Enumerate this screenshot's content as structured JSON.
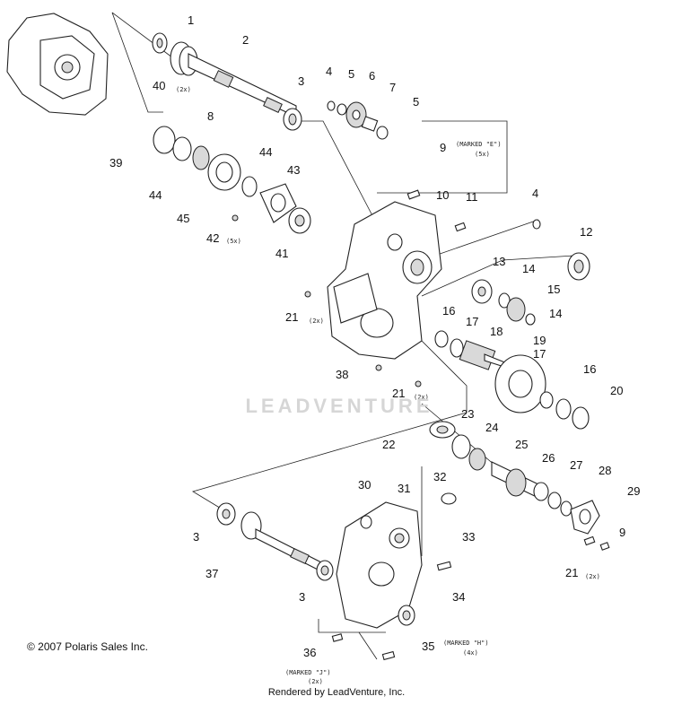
{
  "watermark": "LEADVENTURE",
  "copyright": "© 2007 Polaris Sales Inc.",
  "rendered_by": "Rendered by LeadVenture, Inc.",
  "callouts": [
    {
      "id": "c1",
      "label": "1"
    },
    {
      "id": "c2",
      "label": "2"
    },
    {
      "id": "c3a",
      "label": "3"
    },
    {
      "id": "c4a",
      "label": "4"
    },
    {
      "id": "c5a",
      "label": "5"
    },
    {
      "id": "c6",
      "label": "6"
    },
    {
      "id": "c7",
      "label": "7"
    },
    {
      "id": "c5b",
      "label": "5"
    },
    {
      "id": "c8",
      "label": "8"
    },
    {
      "id": "c9a",
      "label": "9"
    },
    {
      "id": "c10",
      "label": "10"
    },
    {
      "id": "c11",
      "label": "11"
    },
    {
      "id": "c4b",
      "label": "4"
    },
    {
      "id": "c12",
      "label": "12"
    },
    {
      "id": "c13",
      "label": "13"
    },
    {
      "id": "c14a",
      "label": "14"
    },
    {
      "id": "c15",
      "label": "15"
    },
    {
      "id": "c14b",
      "label": "14"
    },
    {
      "id": "c16a",
      "label": "16"
    },
    {
      "id": "c17a",
      "label": "17"
    },
    {
      "id": "c18",
      "label": "18"
    },
    {
      "id": "c19",
      "label": "19"
    },
    {
      "id": "c17b",
      "label": "17"
    },
    {
      "id": "c16b",
      "label": "16"
    },
    {
      "id": "c20",
      "label": "20"
    },
    {
      "id": "c21a",
      "label": "21"
    },
    {
      "id": "c21b",
      "label": "21"
    },
    {
      "id": "c38",
      "label": "38"
    },
    {
      "id": "c22",
      "label": "22"
    },
    {
      "id": "c23",
      "label": "23"
    },
    {
      "id": "c24",
      "label": "24"
    },
    {
      "id": "c25",
      "label": "25"
    },
    {
      "id": "c26",
      "label": "26"
    },
    {
      "id": "c27",
      "label": "27"
    },
    {
      "id": "c28",
      "label": "28"
    },
    {
      "id": "c29",
      "label": "29"
    },
    {
      "id": "c9b",
      "label": "9"
    },
    {
      "id": "c21c",
      "label": "21"
    },
    {
      "id": "c30",
      "label": "30"
    },
    {
      "id": "c31",
      "label": "31"
    },
    {
      "id": "c32",
      "label": "32"
    },
    {
      "id": "c33",
      "label": "33"
    },
    {
      "id": "c3b",
      "label": "3"
    },
    {
      "id": "c37",
      "label": "37"
    },
    {
      "id": "c3c",
      "label": "3"
    },
    {
      "id": "c34",
      "label": "34"
    },
    {
      "id": "c35",
      "label": "35"
    },
    {
      "id": "c36",
      "label": "36"
    },
    {
      "id": "c39",
      "label": "39"
    },
    {
      "id": "c40",
      "label": "40"
    },
    {
      "id": "c44a",
      "label": "44"
    },
    {
      "id": "c45",
      "label": "45"
    },
    {
      "id": "c44b",
      "label": "44"
    },
    {
      "id": "c43",
      "label": "43"
    },
    {
      "id": "c42",
      "label": "42"
    },
    {
      "id": "c41",
      "label": "41"
    }
  ],
  "notes": {
    "n40": "(2x)",
    "n9_marked": "(MARKED \"E\")",
    "n9_qty": "(5x)",
    "n42": "(5x)",
    "n21a": "(2x)",
    "n21b": "(2x)",
    "n21c": "(2x)",
    "n35_marked": "(MARKED \"H\")",
    "n35_qty": "(4x)",
    "n36_marked": "(MARKED \"J\")",
    "n36_qty": "(2x)"
  }
}
